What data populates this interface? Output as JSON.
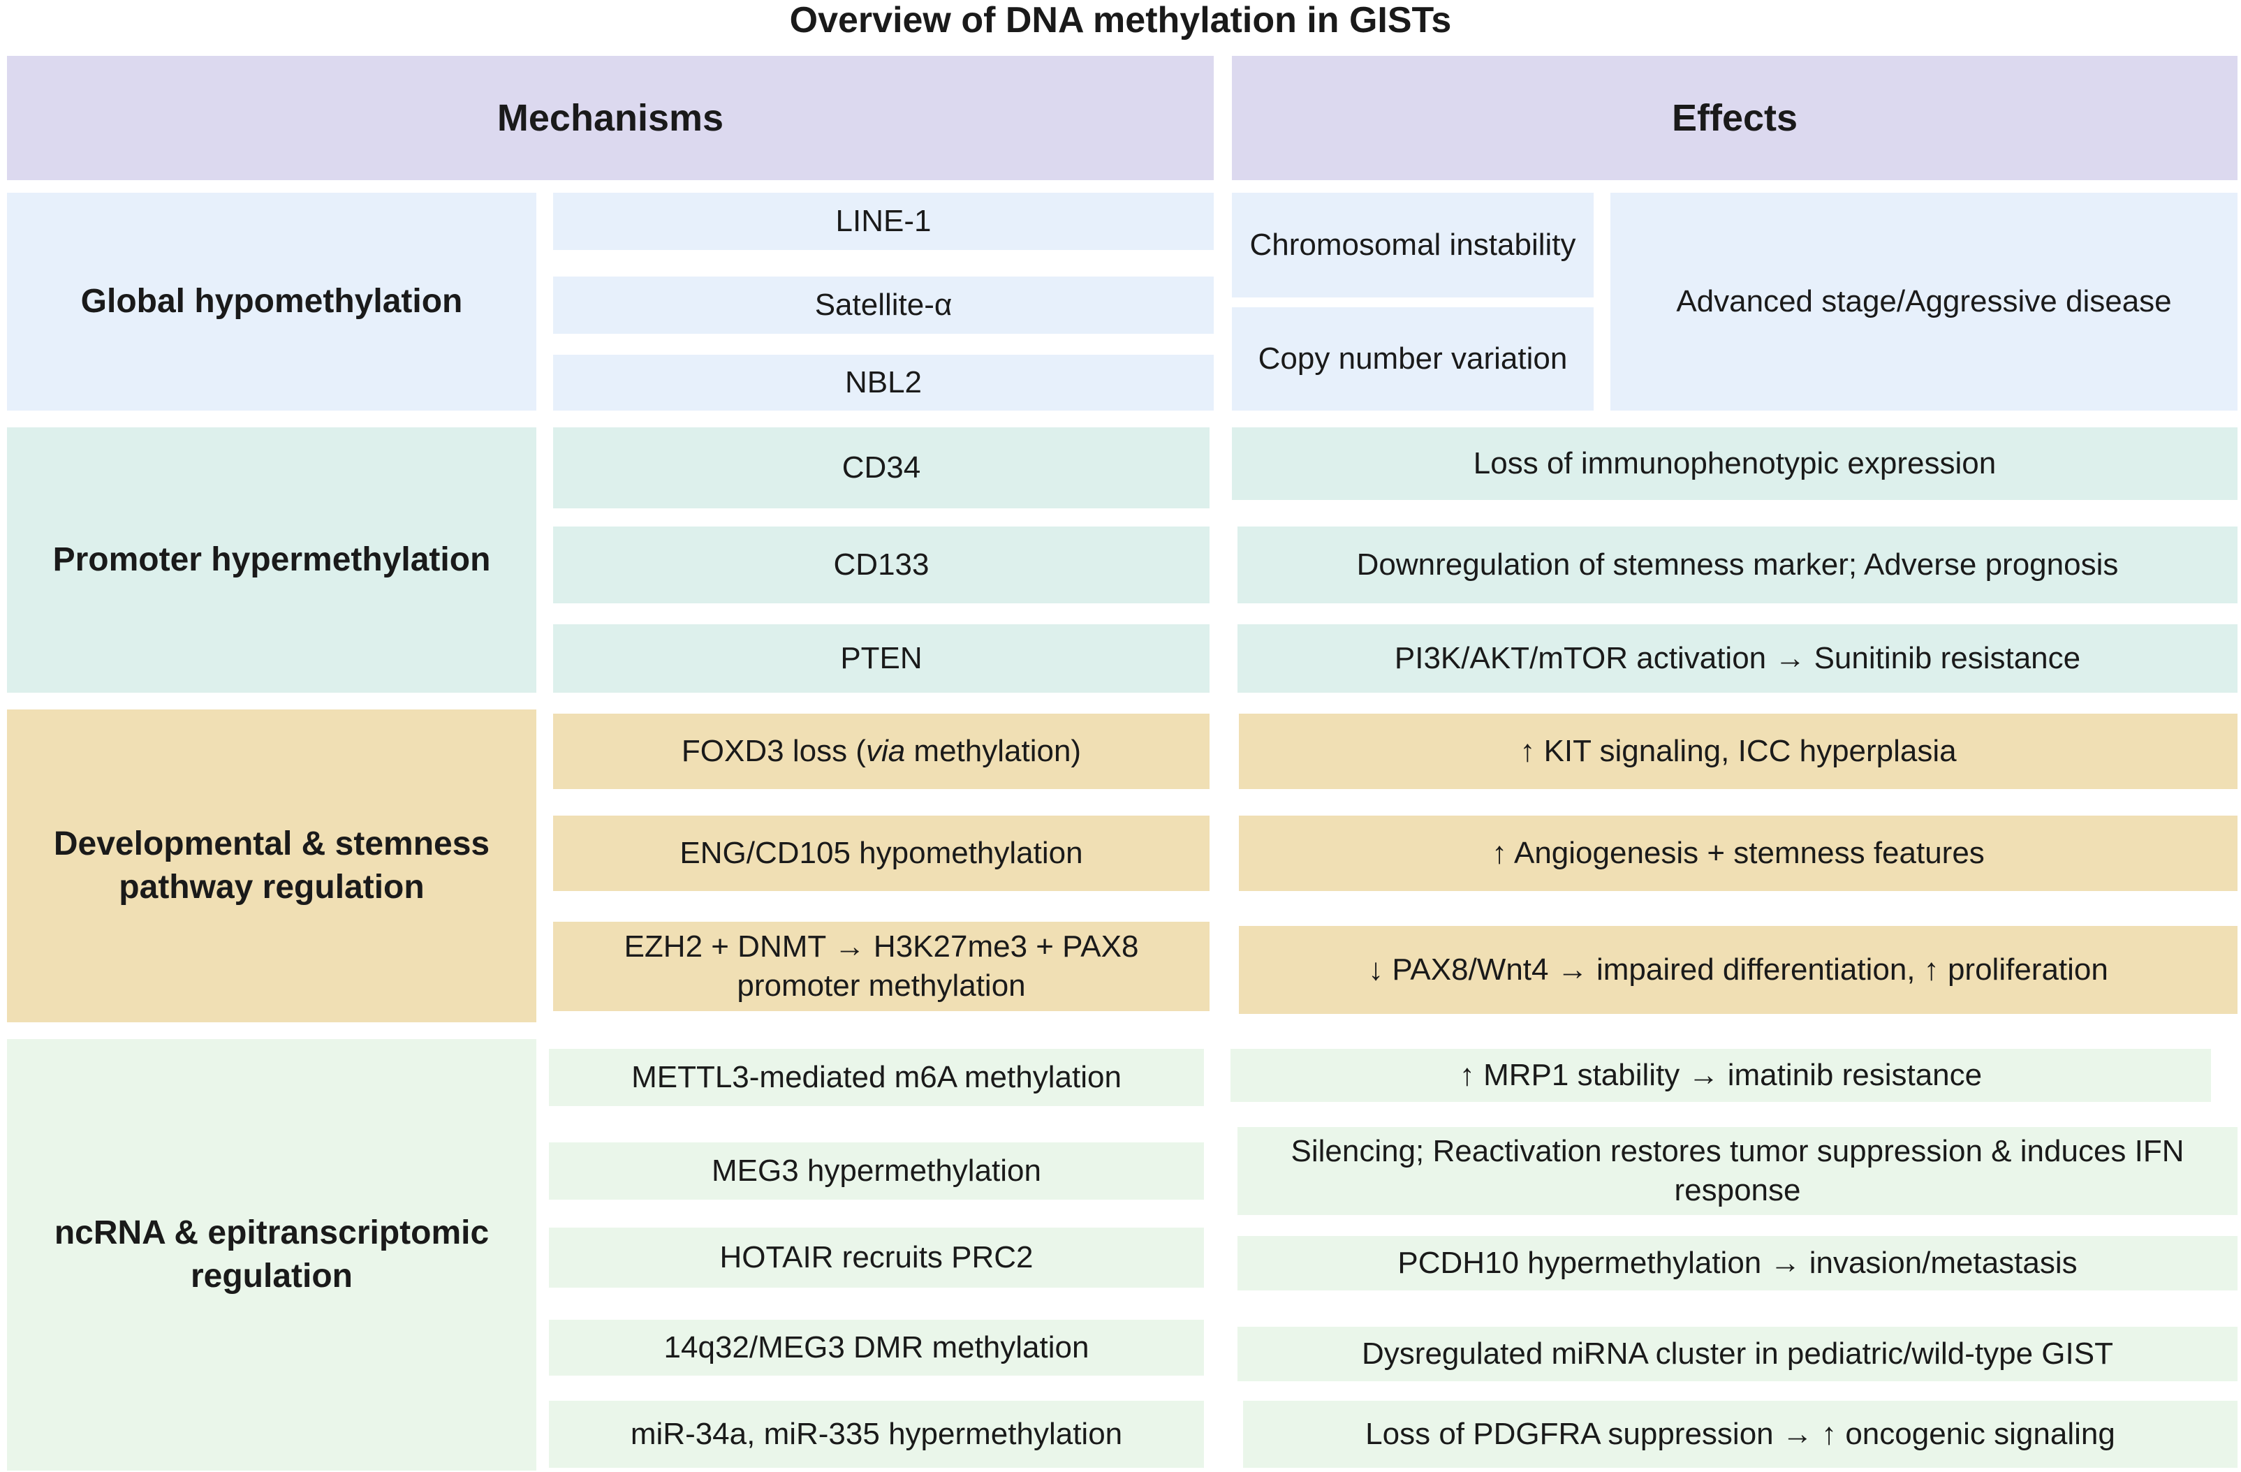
{
  "title": "Overview of DNA methylation in GISTs",
  "headers": {
    "mechanisms": "Mechanisms",
    "effects": "Effects"
  },
  "colors": {
    "header": "#dcd9ef",
    "global_hypomethylation": "#e7f0fb",
    "promoter_hypermethylation": "#ddf0ec",
    "developmental_stemness": "#f0dfb4",
    "ncrna_epitranscriptomic": "#eaf6ea"
  },
  "global": {
    "category": "Global hypomethylation",
    "mechanisms": [
      "LINE-1",
      "Satellite-α",
      "NBL2"
    ],
    "effects": [
      "Chromosomal instability",
      "Copy number variation"
    ],
    "overall_effect": "Advanced stage/Aggressive disease"
  },
  "promoter": {
    "category": "Promoter hypermethylation",
    "rows": [
      {
        "mechanism": "CD34",
        "effect": "Loss of immunophenotypic expression"
      },
      {
        "mechanism": "CD133",
        "effect": "Downregulation of stemness marker; Adverse prognosis"
      },
      {
        "mechanism": "PTEN",
        "effect": "PI3K/AKT/mTOR activation → Sunitinib resistance"
      }
    ]
  },
  "developmental": {
    "category": "Developmental & stemness pathway regulation",
    "rows": [
      {
        "mechanism_prefix": "FOXD3 loss (",
        "mechanism_italic": "via",
        "mechanism_suffix": " methylation)",
        "effect": "↑ KIT signaling, ICC hyperplasia"
      },
      {
        "mechanism": "ENG/CD105 hypomethylation",
        "effect": "↑ Angiogenesis + stemness features"
      },
      {
        "mechanism": "EZH2 + DNMT → H3K27me3 + PAX8 promoter methylation",
        "effect": "↓ PAX8/Wnt4 → impaired differentiation, ↑ proliferation"
      }
    ]
  },
  "ncrna": {
    "category": "ncRNA & epitranscriptomic regulation",
    "rows": [
      {
        "mechanism": "METTL3-mediated m6A methylation",
        "effect": "↑ MRP1 stability → imatinib resistance"
      },
      {
        "mechanism": "MEG3 hypermethylation",
        "effect": "Silencing; Reactivation restores tumor suppression & induces IFN response"
      },
      {
        "mechanism": "HOTAIR recruits PRC2",
        "effect": "PCDH10 hypermethylation → invasion/metastasis"
      },
      {
        "mechanism": "14q32/MEG3 DMR methylation",
        "effect": "Dysregulated miRNA cluster in pediatric/wild-type GIST"
      },
      {
        "mechanism": "miR-34a, miR-335 hypermethylation",
        "effect": "Loss of PDGFRA suppression → ↑ oncogenic signaling"
      }
    ]
  }
}
